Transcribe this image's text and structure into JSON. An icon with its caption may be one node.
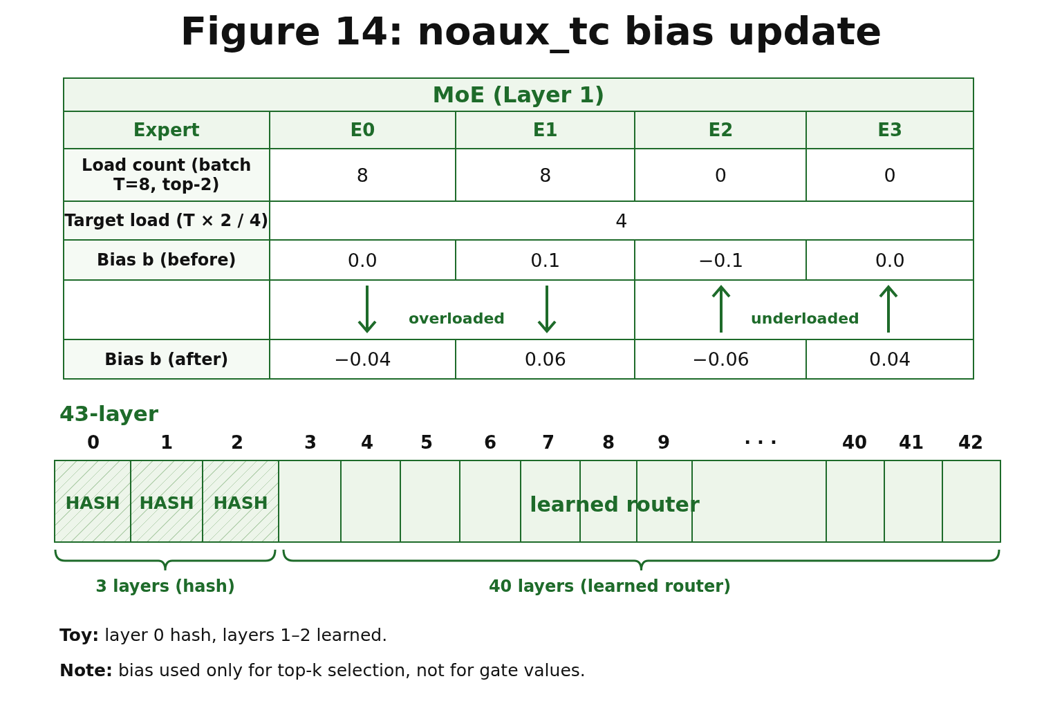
{
  "diagram": {
    "title": "Figure 14: noaux_tc bias update",
    "nodes": [
      {
        "text": [
          "HASH"
        ]
      },
      {
        "text": [
          "HASH"
        ]
      },
      {
        "text": [
          "HASH"
        ]
      },
      {
        "text": [],
        "shape": "box"
      },
      {
        "text": [],
        "shape": "box"
      },
      {
        "text": [],
        "shape": "box"
      },
      {
        "text": [],
        "shape": "box"
      },
      {
        "text": [],
        "shape": "box"
      },
      {
        "text": [],
        "shape": "box"
      },
      {
        "text": [],
        "shape": "box"
      },
      {
        "text": [],
        "shape": "box"
      },
      {
        "text": [],
        "shape": "box"
      },
      {
        "text": [],
        "shape": "box"
      },
      {
        "text": [],
        "shape": "box"
      }
    ],
    "labels": [
      "MoE (Layer 1)",
      "Expert",
      "E0",
      "E1",
      "E2",
      "E3",
      "Load count (batch T=8, top-2)",
      "8",
      "8",
      "0",
      "0",
      "Target load (T × 2 / 4)",
      "4",
      "Bias b (before)",
      "0.0",
      "0.1",
      "−0.1",
      "0.0",
      "overloaded",
      "underloaded",
      "Bias b (after)",
      "−0.04",
      "0.06",
      "−0.06",
      "0.04",
      "43-layer",
      "0",
      "1",
      "2",
      "3",
      "4",
      "5",
      "6",
      "7",
      "8",
      "9",
      "· · ·",
      "40",
      "41",
      "42",
      "learned router",
      "3 layers (hash)",
      "40 layers (learned router)",
      "**Toy:** layer 0 hash, layers 1–2 learned.",
      "**Note:** bias used only for top-k selection, not for gate values."
    ]
  }
}
